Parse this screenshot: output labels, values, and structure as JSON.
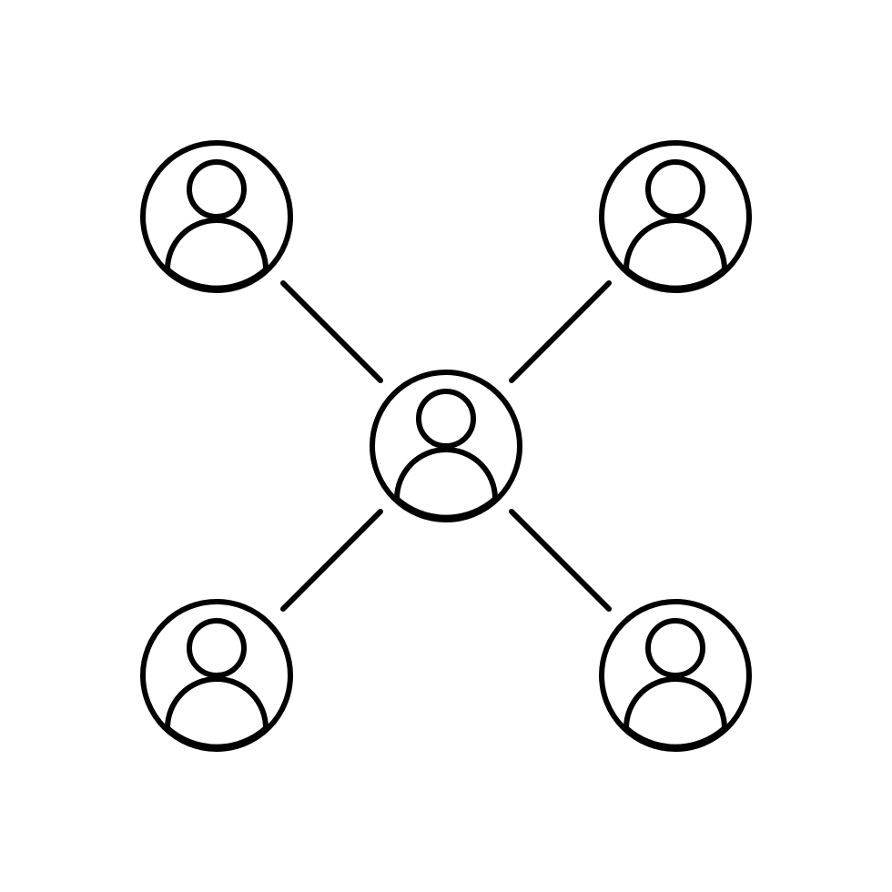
{
  "icon": {
    "name": "user-network-icon",
    "colors": {
      "background": "#ffffff",
      "stroke": "#000000"
    },
    "nodes": [
      {
        "id": "center",
        "icon": "user-avatar-icon"
      },
      {
        "id": "top-left",
        "icon": "user-avatar-icon"
      },
      {
        "id": "top-right",
        "icon": "user-avatar-icon"
      },
      {
        "id": "bottom-left",
        "icon": "user-avatar-icon"
      },
      {
        "id": "bottom-right",
        "icon": "user-avatar-icon"
      }
    ],
    "connections": [
      {
        "from": "center",
        "to": "top-left"
      },
      {
        "from": "center",
        "to": "top-right"
      },
      {
        "from": "center",
        "to": "bottom-left"
      },
      {
        "from": "center",
        "to": "bottom-right"
      }
    ]
  }
}
